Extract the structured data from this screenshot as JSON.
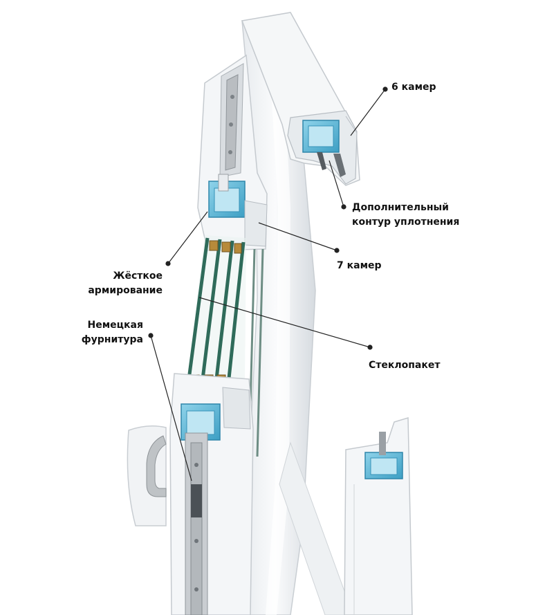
{
  "palette": {
    "profile": "#f3f5f7",
    "profile_shade": "#d9dde2",
    "reinforcement": "#5ab6d6",
    "glass": "#2f6b5a",
    "spacer": "#b78a3a",
    "hardware": "#b9bcbf",
    "leader": "#222222"
  },
  "callouts": {
    "six_chambers": {
      "line1": "6 камер"
    },
    "extra_seal": {
      "line1": "Дополнительный",
      "line2": "контур уплотнения"
    },
    "seven_chambers": {
      "line1": "7 камер"
    },
    "reinforcement": {
      "line1": "Жёсткое",
      "line2": "армирование"
    },
    "hardware": {
      "line1": "Немецкая",
      "line2": "фурнитура"
    },
    "glazing": {
      "line1": "Стеклопакет"
    }
  }
}
